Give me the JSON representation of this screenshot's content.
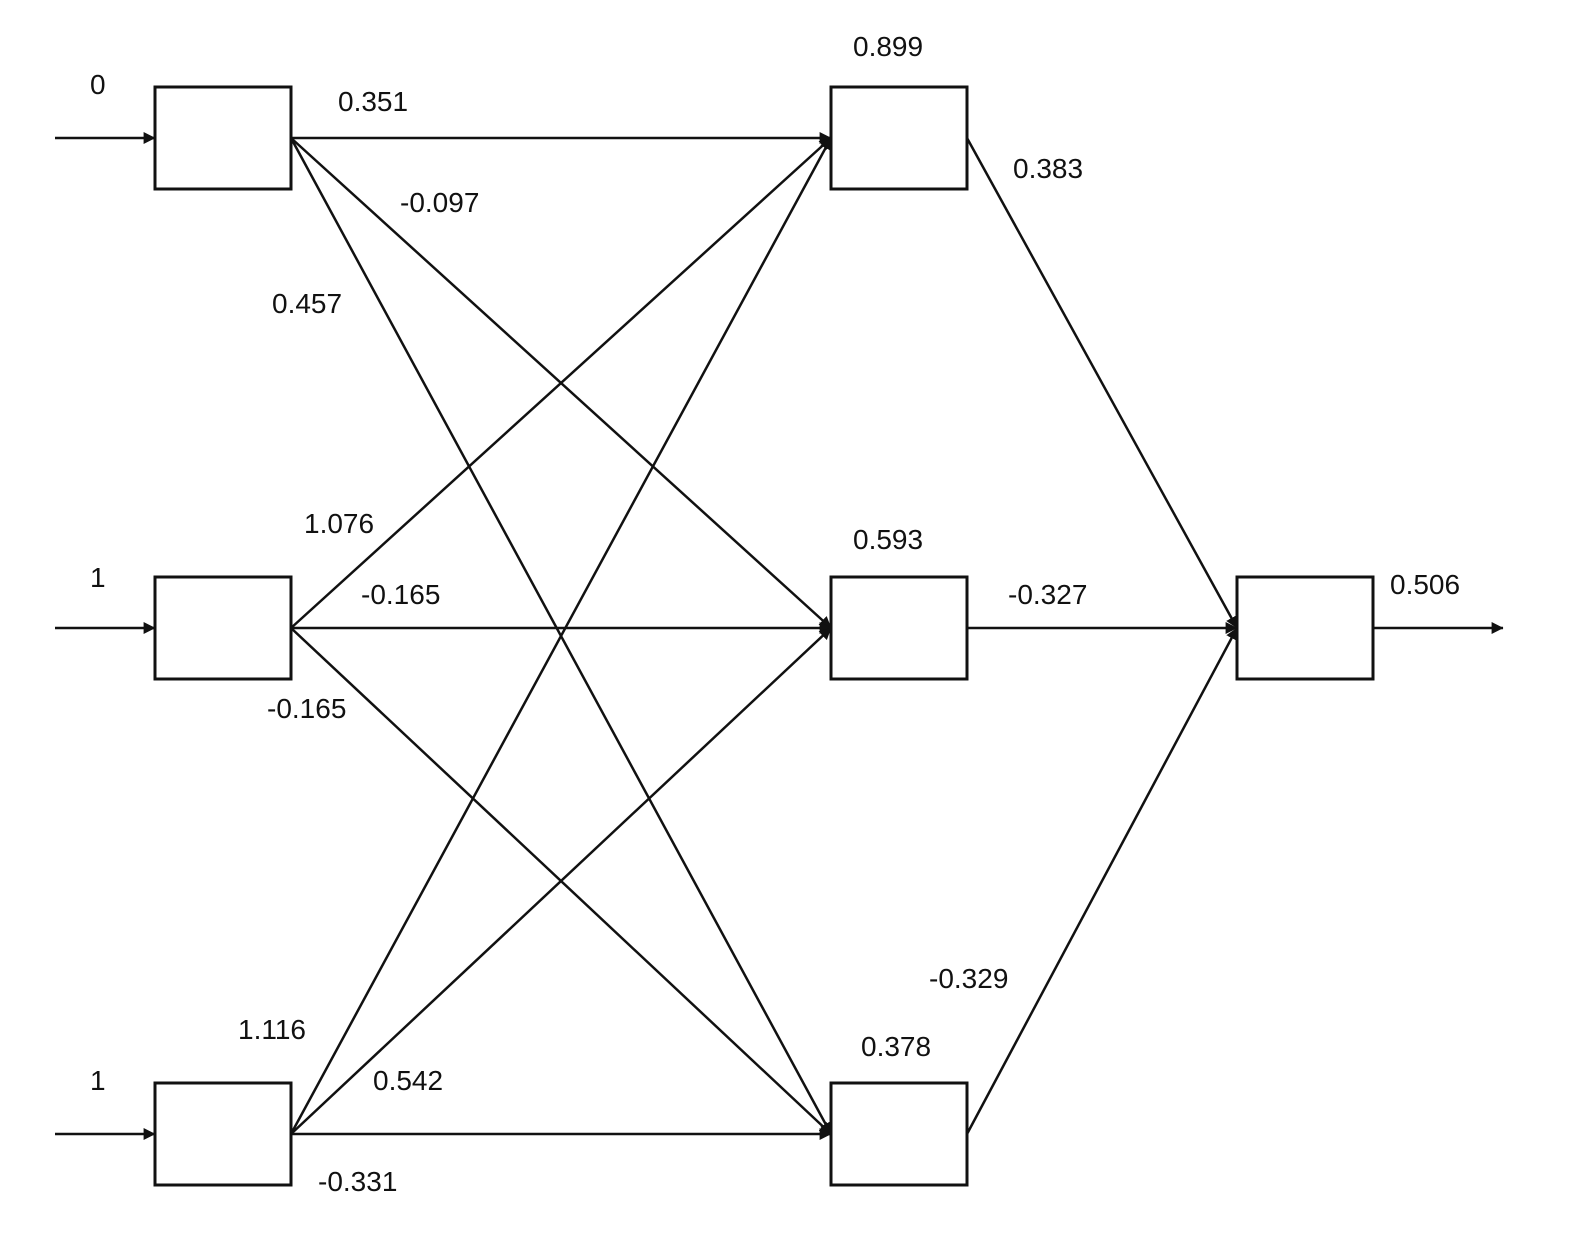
{
  "inputs": [
    "0",
    "1",
    "1"
  ],
  "hidden_activations": [
    "0.899",
    "0.593",
    "0.378"
  ],
  "output_value": "0.506",
  "weights_input_to_hidden": [
    [
      "0.351",
      "-0.097",
      "0.457"
    ],
    [
      "1.076",
      "-0.165",
      "-0.165"
    ],
    [
      "1.116",
      "0.542",
      "-0.331"
    ]
  ],
  "weights_hidden_to_output": [
    "0.383",
    "-0.327",
    "-0.329"
  ],
  "colors": {
    "stroke": "#111111",
    "background": "#ffffff"
  }
}
